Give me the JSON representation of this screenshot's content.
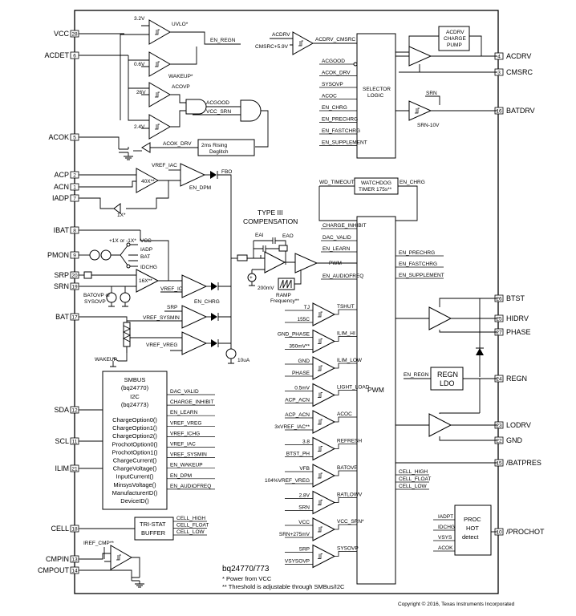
{
  "pins_left": [
    {
      "label": "VCC",
      "num": "28"
    },
    {
      "label": "ACDET",
      "num": "6"
    },
    {
      "label": "ACOK",
      "num": "5"
    },
    {
      "label": "ACP",
      "num": "2"
    },
    {
      "label": "ACN",
      "num": "1"
    },
    {
      "label": "IADP",
      "num": "7"
    },
    {
      "label": "IBAT",
      "num": "8"
    },
    {
      "label": "PMON",
      "num": "9"
    },
    {
      "label": "SRP",
      "num": "20"
    },
    {
      "label": "SRN",
      "num": "19"
    },
    {
      "label": "BAT",
      "num": "17"
    },
    {
      "label": "SDA",
      "num": "12"
    },
    {
      "label": "SCL",
      "num": "11"
    },
    {
      "label": "ILIM",
      "num": "21"
    },
    {
      "label": "CELL",
      "num": "18"
    },
    {
      "label": "CMPIN",
      "num": "13"
    },
    {
      "label": "CMPOUT",
      "num": "14"
    }
  ],
  "pins_right": [
    {
      "label": "ACDRV",
      "num": "4"
    },
    {
      "label": "CMSRC",
      "num": "3"
    },
    {
      "label": "BATDRV",
      "num": "16"
    },
    {
      "label": "BTST",
      "num": "26"
    },
    {
      "label": "HIDRV",
      "num": "25"
    },
    {
      "label": "PHASE",
      "num": "27"
    },
    {
      "label": "REGN",
      "num": "24"
    },
    {
      "label": "LODRV",
      "num": "23"
    },
    {
      "label": "GND",
      "num": "22"
    },
    {
      "label": "/BATPRES",
      "num": "15"
    },
    {
      "label": "/PROCHOT",
      "num": "10"
    }
  ],
  "top_left": {
    "v32": "3.2V",
    "uvlo": "UVLO*",
    "v06": "0.6V",
    "wakeup": "WAKEUP*",
    "v26": "26V",
    "acovp": "ACOVP",
    "v24": "2.4V",
    "en_regn": "EN_REGN",
    "acgood": "ACGOOD",
    "vcc_srn": "VCC_SRN",
    "acok_drv": "ACOK_DRV",
    "deglitch_1": "2ms Rising",
    "deglitch_2": "Deglitch"
  },
  "top_mid": {
    "acdrv": "ACDRV",
    "cmsrc": "CMSRC+5.9V",
    "acdrv_cmsrc": "ACDRV_CMSRC",
    "inputs": [
      "ACGOOD",
      "ACOK_DRV",
      "SYSOVP",
      "ACOC",
      "EN_CHRG",
      "EN_PRECHRG",
      "EN_FASTCHRG",
      "EN_SUPPLEMENT"
    ],
    "selector_1": "SELECTOR",
    "selector_2": "LOGIC",
    "pump_1": "ACDRV",
    "pump_2": "CHARGE",
    "pump_3": "PUMP",
    "srn": "SRN",
    "srn10": "SRN-10V"
  },
  "current_sense": {
    "vref_iac": "VREF_IAC",
    "gain40": "40X**",
    "fbo": "FBO",
    "en_dpm": "EN_DPM",
    "one_x": "1X*",
    "pmon_gain": "+1X or -1X*",
    "vcc": "VCC",
    "iadp": "IADP",
    "bat": "BAT",
    "idchg": "IDCHG",
    "gain16": "16X**",
    "vref_ichg": "VREF_ICHG",
    "en_chrg": "EN_CHRG",
    "batovp": "BATOVP or",
    "sysovp": "SYSOVP",
    "srp": "SRP",
    "vref_sysmin": "VREF_SYSMIN",
    "vref_vreg": "VREF_VREG",
    "wakeup": "WAKEUP",
    "i10": "10uA"
  },
  "compensation": {
    "title_1": "TYPE III",
    "title_2": "COMPENSATION",
    "eai": "EAI",
    "eao": "EAO",
    "pwm": "PWM",
    "v200": "200mV",
    "ramp_1": "RAMP",
    "ramp_2": "Frequency**"
  },
  "pwm_block": {
    "wd_timeout": "WD_TIMEOUT",
    "watchdog_1": "WATCHDOG",
    "watchdog_2": "TIMER 175s**",
    "en_chrg": "EN_CHRG",
    "left_in": [
      "CHARGE_INHIBIT",
      "DAC_VALID",
      "EN_LEARN",
      "PWM",
      "EN_AUDIOFREQ"
    ],
    "right_in": [
      "EN_PRECHRG",
      "EN_FASTCHRG",
      "EN_SUPPLEMENT"
    ],
    "label": "PWM",
    "bottom_out": [
      "CELL_HIGH",
      "CELL_FLOAT",
      "CELL_LOW"
    ],
    "en_regn": "EN_REGN",
    "regn_1": "REGN",
    "regn_2": "LDO"
  },
  "comparators": [
    {
      "a": "TJ",
      "b": "155C",
      "out": "TSHUT"
    },
    {
      "a": "GND_PHASE",
      "b": "350mV**",
      "out": "ILIM_HI"
    },
    {
      "a": "GND",
      "b": "PHASE",
      "out": "ILIM_LOW"
    },
    {
      "a": "0.5mV",
      "b": "ACP_ACN",
      "out": "LIGHT_LOAD"
    },
    {
      "a": "ACP_ACN",
      "b": "3xVREF_IAC**",
      "out": "ACOC"
    },
    {
      "a": "3.8",
      "b": "BTST_PH",
      "out": "REFRESH"
    },
    {
      "a": "VFB",
      "b": "104%VREF_VREG",
      "out": "BATOVP"
    },
    {
      "a": "2.8V",
      "b": "SRN",
      "out": "BATLOWV"
    },
    {
      "a": "VCC",
      "b": "SRN+275mV",
      "out": "VCC_SRN*"
    },
    {
      "a": "SRP",
      "b": "VSYSOVP",
      "out": "SYSOVP"
    }
  ],
  "smbus": {
    "lines": [
      "SMBUS",
      "(bq24770)",
      "I2C",
      "(bq24773)"
    ],
    "regs": [
      "ChargeOption0()",
      "ChargeOption1()",
      "ChargeOption2()",
      "ProchotOption0()",
      "ProchotOption1()",
      "ChargeCurrent()",
      "ChargeVoltage()",
      "InputCurrent()",
      "MinsysVoltage()",
      "ManufacturerID()",
      "DeviceID()"
    ],
    "outs": [
      "DAC_VALID",
      "CHARGE_INHIBIT",
      "EN_LEARN",
      "VREF_VREG",
      "VREF_ICHG",
      "VREF_IAC",
      "VREF_SYSMIN",
      "EN_WAKEUP",
      "EN_DPM",
      "EN_AUDIOFREQ"
    ]
  },
  "tristat": {
    "line1": "TRI-STAT",
    "line2": "BUFFER",
    "outs": [
      "CELL_HIGH",
      "CELL_FLOAT",
      "CELL_LOW"
    ]
  },
  "cmp": {
    "iref": "IREF_CMP**"
  },
  "prochot": {
    "inputs": [
      "IADPT",
      "IDCHG",
      "VSYS",
      "ACOK"
    ],
    "l1": "PROC",
    "l2": "HOT",
    "l3": "detect"
  },
  "footer": {
    "part": "bq24770/773",
    "note1": "* Power from VCC",
    "note2": "** Threshold is adjustable through SMBus/I2C",
    "copyright": "Copyright © 2016, Texas Instruments Incorporated"
  }
}
